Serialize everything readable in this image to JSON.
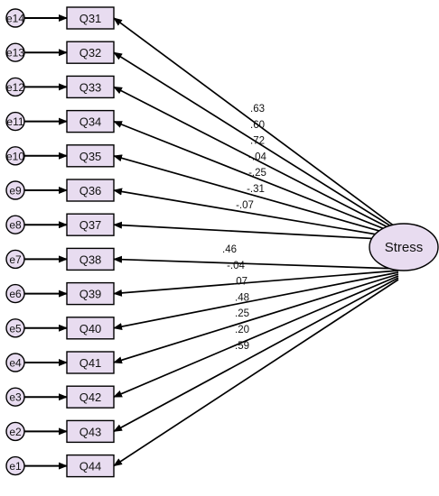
{
  "latent": {
    "label": "Stress"
  },
  "items": [
    {
      "error": "e14",
      "label": "Q31",
      "loading": ".63"
    },
    {
      "error": "e13",
      "label": "Q32",
      "loading": ".60"
    },
    {
      "error": "e12",
      "label": "Q33",
      "loading": ".72"
    },
    {
      "error": "e11",
      "label": "Q34",
      "loading": "-.04"
    },
    {
      "error": "e10",
      "label": "Q35",
      "loading": "-.25"
    },
    {
      "error": "e9",
      "label": "Q36",
      "loading": "-.31"
    },
    {
      "error": "e8",
      "label": "Q37",
      "loading": "-.07"
    },
    {
      "error": "e7",
      "label": "Q38",
      "loading": ".46"
    },
    {
      "error": "e6",
      "label": "Q39",
      "loading": "-.04"
    },
    {
      "error": "e5",
      "label": "Q40",
      "loading": ".07"
    },
    {
      "error": "e4",
      "label": "Q41",
      "loading": ".48"
    },
    {
      "error": "e3",
      "label": "Q42",
      "loading": ".25"
    },
    {
      "error": "e2",
      "label": "Q43",
      "loading": ".20"
    },
    {
      "error": "e1",
      "label": "Q44",
      "loading": ".59"
    }
  ],
  "colors": {
    "node_fill": "#e8dcf0",
    "stroke": "#000000"
  }
}
